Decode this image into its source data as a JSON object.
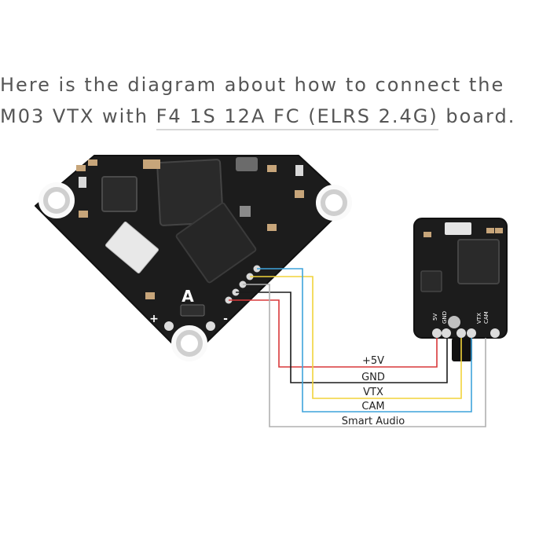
{
  "intro": {
    "line1": "Here is the diagram about how to connect the",
    "line2_prefix": "M03 VTX with ",
    "line2_link": "F4 1S 12A FC (ELRS 2.4G)",
    "line2_suffix": " board."
  },
  "diagram": {
    "fc_board": {
      "marking": "A",
      "plus_symbol": "+",
      "minus_symbol": "-"
    },
    "vtx_board": {
      "pin_labels": [
        "5V",
        "GND",
        "VTX",
        "CAM"
      ]
    },
    "wires": [
      {
        "label": "+5V",
        "color": "#d9383a"
      },
      {
        "label": "GND",
        "color": "#1a1a1a"
      },
      {
        "label": "VTX",
        "color": "#f2d43a"
      },
      {
        "label": "CAM",
        "color": "#3fa4dc"
      },
      {
        "label": "Smart Audio",
        "color": "#b0b0b0"
      }
    ]
  }
}
